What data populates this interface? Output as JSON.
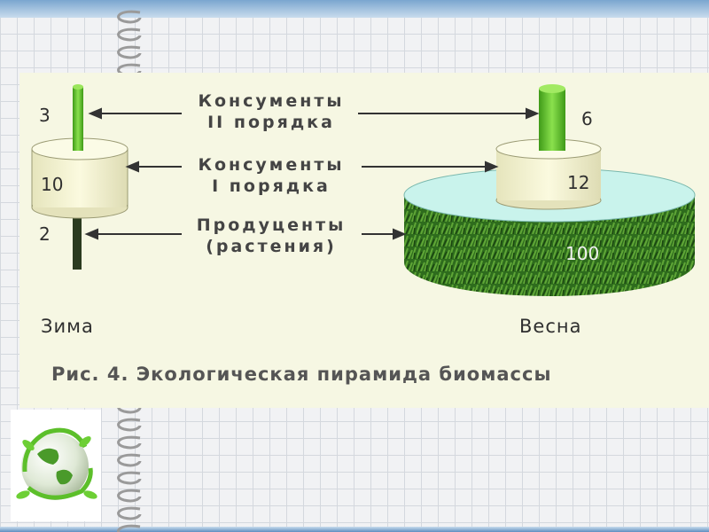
{
  "panel": {
    "labels": {
      "consumers2": [
        "Консументы",
        "II порядка"
      ],
      "consumers1": [
        "Консументы",
        "I порядка"
      ],
      "producers": [
        "Продуценты",
        "(растения)"
      ]
    },
    "winter": {
      "label": "Зима",
      "consumers2": "3",
      "consumers1": "10",
      "producers": "2"
    },
    "spring": {
      "label": "Весна",
      "consumers2": "6",
      "consumers1": "12",
      "producers": "100"
    },
    "caption": "Рис. 4. Экологическая пирамида биомассы"
  },
  "colors": {
    "green": "#5cc12c",
    "cream": "#f3f2cf",
    "water": "#c9f3ec",
    "grass": "#2e6c1d",
    "dark_stem": "#2b3b1f"
  },
  "logo": {
    "icon": "globe-leaf-icon"
  }
}
